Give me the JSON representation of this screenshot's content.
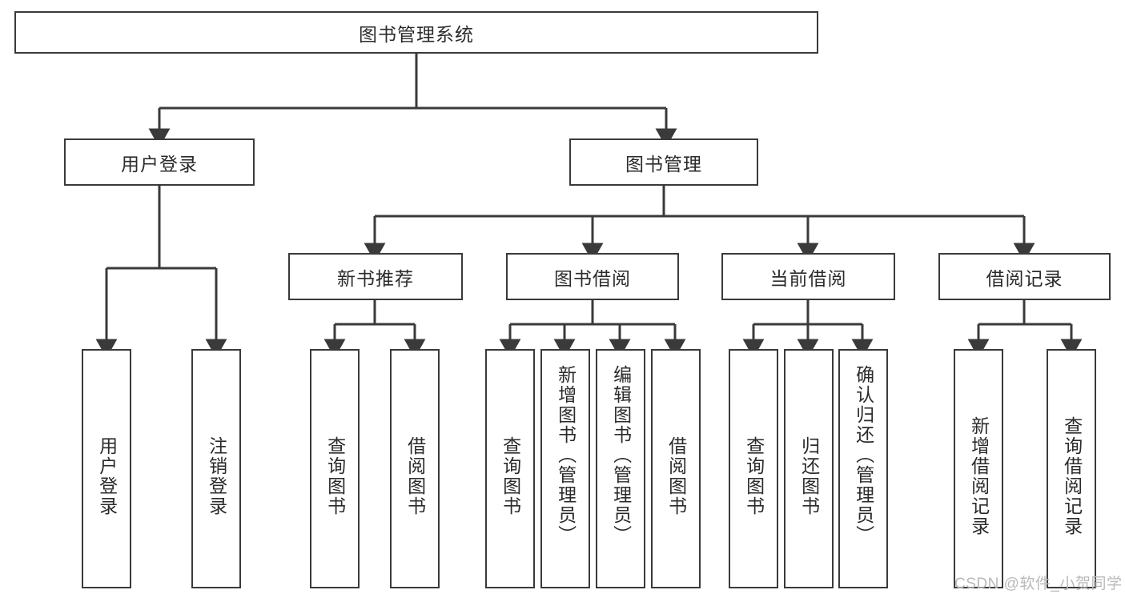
{
  "diagram": {
    "title": "图书管理系统",
    "root": {
      "label": "图书管理系统"
    },
    "level2": [
      {
        "label": "用户登录"
      },
      {
        "label": "图书管理"
      }
    ],
    "level3": [
      {
        "label": "新书推荐"
      },
      {
        "label": "图书借阅"
      },
      {
        "label": "当前借阅"
      },
      {
        "label": "借阅记录"
      }
    ],
    "leaves": {
      "user_login": [
        {
          "label": "用户登录"
        },
        {
          "label": "注销登录"
        }
      ],
      "new_book": [
        {
          "label": "查询图书"
        },
        {
          "label": "借阅图书"
        }
      ],
      "book_borrow": [
        {
          "label": "查询图书"
        },
        {
          "label": "新增图书（管理员）"
        },
        {
          "label": "编辑图书（管理员）"
        },
        {
          "label": "借阅图书"
        }
      ],
      "current_borrow": [
        {
          "label": "查询图书"
        },
        {
          "label": "归还图书"
        },
        {
          "label": "确认归还（管理员）"
        }
      ],
      "borrow_record": [
        {
          "label": "新增借阅记录"
        },
        {
          "label": "查询借阅记录"
        }
      ]
    }
  },
  "watermark": {
    "text": "CSDN @软件_小贺同学"
  },
  "colors": {
    "box_border": "#3a3a3a",
    "box_fill": "#ffffff",
    "text": "#2b2b2b",
    "connector": "#3a3a3a",
    "watermark": "#b9b9b9"
  }
}
